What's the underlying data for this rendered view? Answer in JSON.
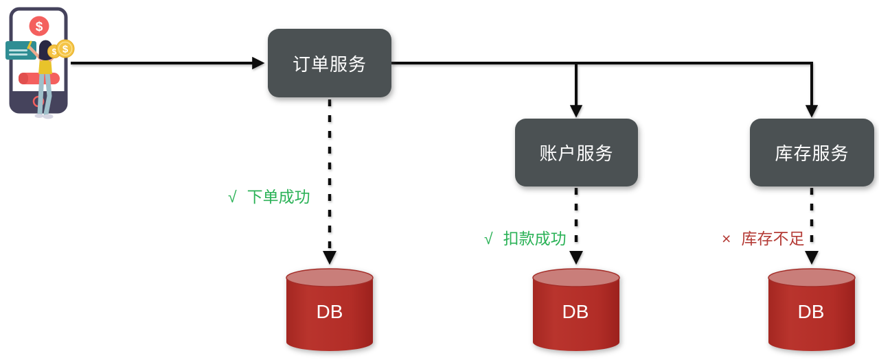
{
  "colors": {
    "node_bg": "#4b5153",
    "node_text": "#ffffff",
    "line": "#0d0d0d",
    "db_body": "#b22d27",
    "db_top": "#c97e7a",
    "db_rim": "#a42d28",
    "success": "#2bb257",
    "failure": "#b43b36"
  },
  "nodes": {
    "order": {
      "label": "订单服务"
    },
    "account": {
      "label": "账户服务"
    },
    "inventory": {
      "label": "库存服务"
    }
  },
  "databases": [
    {
      "label": "DB"
    },
    {
      "label": "DB"
    },
    {
      "label": "DB"
    }
  ],
  "statuses": [
    {
      "mark": "√",
      "text": "下单成功",
      "color": "#2bb257"
    },
    {
      "mark": "√",
      "text": "扣款成功",
      "color": "#2bb257"
    },
    {
      "mark": "×",
      "text": "库存不足",
      "color": "#b43b36"
    }
  ],
  "illustration": {
    "dollar_sign": "$"
  }
}
